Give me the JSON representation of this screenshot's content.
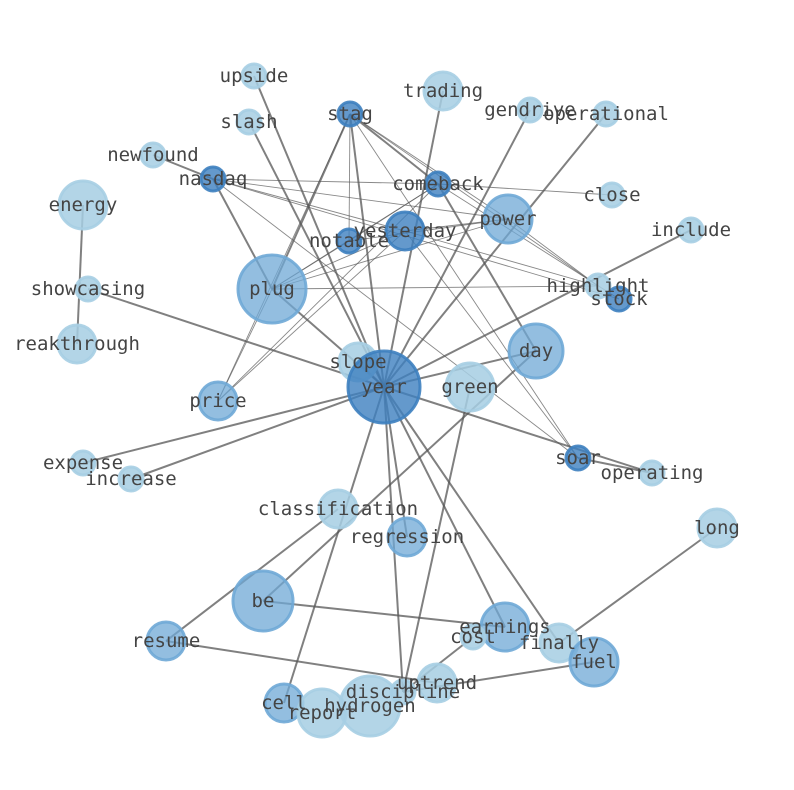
{
  "colors": {
    "light": "#a6cee3",
    "medium": "#6fa8d6",
    "dark": "#3d7fbf",
    "edge": "#555555",
    "label": "#444444"
  },
  "graph": {
    "nodes": [
      {
        "id": "upside",
        "label": "upside",
        "weight": 1,
        "shade": "light"
      },
      {
        "id": "stag",
        "label": "stag",
        "weight": 1,
        "shade": "dark"
      },
      {
        "id": "slash",
        "label": "slash",
        "weight": 1,
        "shade": "light"
      },
      {
        "id": "trading",
        "label": "trading",
        "weight": 2,
        "shade": "light"
      },
      {
        "id": "gendrive",
        "label": "gendrive",
        "weight": 1,
        "shade": "light"
      },
      {
        "id": "operational",
        "label": "operational",
        "weight": 1,
        "shade": "light"
      },
      {
        "id": "newfound",
        "label": "newfound",
        "weight": 1,
        "shade": "light"
      },
      {
        "id": "nasdaq",
        "label": "nasdaq",
        "weight": 1,
        "shade": "dark"
      },
      {
        "id": "comeback",
        "label": "comeback",
        "weight": 1,
        "shade": "dark"
      },
      {
        "id": "close",
        "label": "close",
        "weight": 1,
        "shade": "light"
      },
      {
        "id": "energy",
        "label": "energy",
        "weight": 3,
        "shade": "light"
      },
      {
        "id": "power",
        "label": "power",
        "weight": 3,
        "shade": "medium"
      },
      {
        "id": "yesterday",
        "label": "yesterday",
        "weight": 2,
        "shade": "dark"
      },
      {
        "id": "notable",
        "label": "notable",
        "weight": 1,
        "shade": "dark"
      },
      {
        "id": "include",
        "label": "include",
        "weight": 1,
        "shade": "light"
      },
      {
        "id": "showcasing",
        "label": "showcasing",
        "weight": 1,
        "shade": "light"
      },
      {
        "id": "plug",
        "label": "plug",
        "weight": 6,
        "shade": "medium"
      },
      {
        "id": "highlight",
        "label": "highlight",
        "weight": 1,
        "shade": "light"
      },
      {
        "id": "stock",
        "label": "stock",
        "weight": 1,
        "shade": "dark"
      },
      {
        "id": "breakthrough",
        "label": "reakthrough",
        "weight": 2,
        "shade": "light"
      },
      {
        "id": "day",
        "label": "day",
        "weight": 4,
        "shade": "medium"
      },
      {
        "id": "slope",
        "label": "slope",
        "weight": 2,
        "shade": "light"
      },
      {
        "id": "year",
        "label": "year",
        "weight": 7,
        "shade": "dark"
      },
      {
        "id": "green",
        "label": "green",
        "weight": 3,
        "shade": "light"
      },
      {
        "id": "price",
        "label": "price",
        "weight": 2,
        "shade": "medium"
      },
      {
        "id": "expense",
        "label": "expense",
        "weight": 1,
        "shade": "light"
      },
      {
        "id": "increase",
        "label": "increase",
        "weight": 1,
        "shade": "light"
      },
      {
        "id": "soar",
        "label": "soar",
        "weight": 1,
        "shade": "dark"
      },
      {
        "id": "operating",
        "label": "operating",
        "weight": 1,
        "shade": "light"
      },
      {
        "id": "classification",
        "label": "classification",
        "weight": 2,
        "shade": "light"
      },
      {
        "id": "regression",
        "label": "regression",
        "weight": 2,
        "shade": "medium"
      },
      {
        "id": "long",
        "label": "long",
        "weight": 2,
        "shade": "light"
      },
      {
        "id": "be",
        "label": "be",
        "weight": 5,
        "shade": "medium"
      },
      {
        "id": "earnings",
        "label": "earnings",
        "weight": 3,
        "shade": "medium"
      },
      {
        "id": "resume",
        "label": "resume",
        "weight": 2,
        "shade": "medium"
      },
      {
        "id": "cost",
        "label": "cost",
        "weight": 1,
        "shade": "light"
      },
      {
        "id": "finally",
        "label": "finally",
        "weight": 2,
        "shade": "light"
      },
      {
        "id": "fuel",
        "label": "fuel",
        "weight": 3,
        "shade": "medium"
      },
      {
        "id": "uptrend",
        "label": "uptrend",
        "weight": 2,
        "shade": "light"
      },
      {
        "id": "discipline",
        "label": "discipline",
        "weight": 1,
        "shade": "light"
      },
      {
        "id": "cell",
        "label": "cell",
        "weight": 2,
        "shade": "medium"
      },
      {
        "id": "report",
        "label": "report",
        "weight": 3,
        "shade": "light"
      },
      {
        "id": "hydrogen",
        "label": "hydrogen",
        "weight": 5,
        "shade": "light"
      }
    ],
    "edges": [
      {
        "source": "year",
        "target": "upside",
        "strength": "strong"
      },
      {
        "source": "year",
        "target": "slash",
        "strength": "strong"
      },
      {
        "source": "year",
        "target": "stag",
        "strength": "strong"
      },
      {
        "source": "year",
        "target": "trading",
        "strength": "strong"
      },
      {
        "source": "year",
        "target": "gendrive",
        "strength": "strong"
      },
      {
        "source": "year",
        "target": "operational",
        "strength": "strong"
      },
      {
        "source": "year",
        "target": "include",
        "strength": "strong"
      },
      {
        "source": "year",
        "target": "showcasing",
        "strength": "strong"
      },
      {
        "source": "year",
        "target": "day",
        "strength": "strong"
      },
      {
        "source": "year",
        "target": "slope",
        "strength": "strong"
      },
      {
        "source": "year",
        "target": "expense",
        "strength": "strong"
      },
      {
        "source": "year",
        "target": "increase",
        "strength": "strong"
      },
      {
        "source": "year",
        "target": "operating",
        "strength": "strong"
      },
      {
        "source": "year",
        "target": "regression",
        "strength": "strong"
      },
      {
        "source": "year",
        "target": "earnings",
        "strength": "strong"
      },
      {
        "source": "year",
        "target": "finally",
        "strength": "strong"
      },
      {
        "source": "year",
        "target": "discipline",
        "strength": "strong"
      },
      {
        "source": "year",
        "target": "cell",
        "strength": "strong"
      },
      {
        "source": "year",
        "target": "plug",
        "strength": "strong"
      },
      {
        "source": "energy",
        "target": "breakthrough",
        "strength": "strong"
      },
      {
        "source": "newfound",
        "target": "nasdaq",
        "strength": "strong"
      },
      {
        "source": "nasdaq",
        "target": "plug",
        "strength": "strong"
      },
      {
        "source": "plug",
        "target": "stag",
        "strength": "strong"
      },
      {
        "source": "stag",
        "target": "comeback",
        "strength": "strong"
      },
      {
        "source": "stag",
        "target": "power",
        "strength": "weak"
      },
      {
        "source": "stag",
        "target": "notable",
        "strength": "weak"
      },
      {
        "source": "stag",
        "target": "highlight",
        "strength": "weak"
      },
      {
        "source": "stag",
        "target": "soar",
        "strength": "weak"
      },
      {
        "source": "stag",
        "target": "price",
        "strength": "weak"
      },
      {
        "source": "nasdaq",
        "target": "comeback",
        "strength": "weak"
      },
      {
        "source": "nasdaq",
        "target": "power",
        "strength": "weak"
      },
      {
        "source": "nasdaq",
        "target": "yesterday",
        "strength": "weak"
      },
      {
        "source": "nasdaq",
        "target": "stock",
        "strength": "weak"
      },
      {
        "source": "nasdaq",
        "target": "soar",
        "strength": "weak"
      },
      {
        "source": "comeback",
        "target": "close",
        "strength": "weak"
      },
      {
        "source": "comeback",
        "target": "plug",
        "strength": "weak"
      },
      {
        "source": "comeback",
        "target": "price",
        "strength": "weak"
      },
      {
        "source": "comeback",
        "target": "notable",
        "strength": "weak"
      },
      {
        "source": "comeback",
        "target": "stock",
        "strength": "weak"
      },
      {
        "source": "comeback",
        "target": "day",
        "strength": "strong"
      },
      {
        "source": "power",
        "target": "plug",
        "strength": "weak"
      },
      {
        "source": "power",
        "target": "yesterday",
        "strength": "weak"
      },
      {
        "source": "power",
        "target": "notable",
        "strength": "weak"
      },
      {
        "source": "power",
        "target": "highlight",
        "strength": "weak"
      },
      {
        "source": "yesterday",
        "target": "plug",
        "strength": "weak"
      },
      {
        "source": "yesterday",
        "target": "price",
        "strength": "weak"
      },
      {
        "source": "yesterday",
        "target": "soar",
        "strength": "weak"
      },
      {
        "source": "yesterday",
        "target": "highlight",
        "strength": "weak"
      },
      {
        "source": "notable",
        "target": "plug",
        "strength": "weak"
      },
      {
        "source": "plug",
        "target": "highlight",
        "strength": "weak"
      },
      {
        "source": "plug",
        "target": "price",
        "strength": "weak"
      },
      {
        "source": "day",
        "target": "be",
        "strength": "strong"
      },
      {
        "source": "green",
        "target": "discipline",
        "strength": "strong"
      },
      {
        "source": "classification",
        "target": "resume",
        "strength": "strong"
      },
      {
        "source": "resume",
        "target": "uptrend",
        "strength": "strong"
      },
      {
        "source": "be",
        "target": "earnings",
        "strength": "strong"
      },
      {
        "source": "long",
        "target": "finally",
        "strength": "strong"
      },
      {
        "source": "fuel",
        "target": "discipline",
        "strength": "strong"
      },
      {
        "source": "cost",
        "target": "discipline",
        "strength": "strong"
      },
      {
        "source": "soar",
        "target": "operating",
        "strength": "strong"
      }
    ]
  }
}
